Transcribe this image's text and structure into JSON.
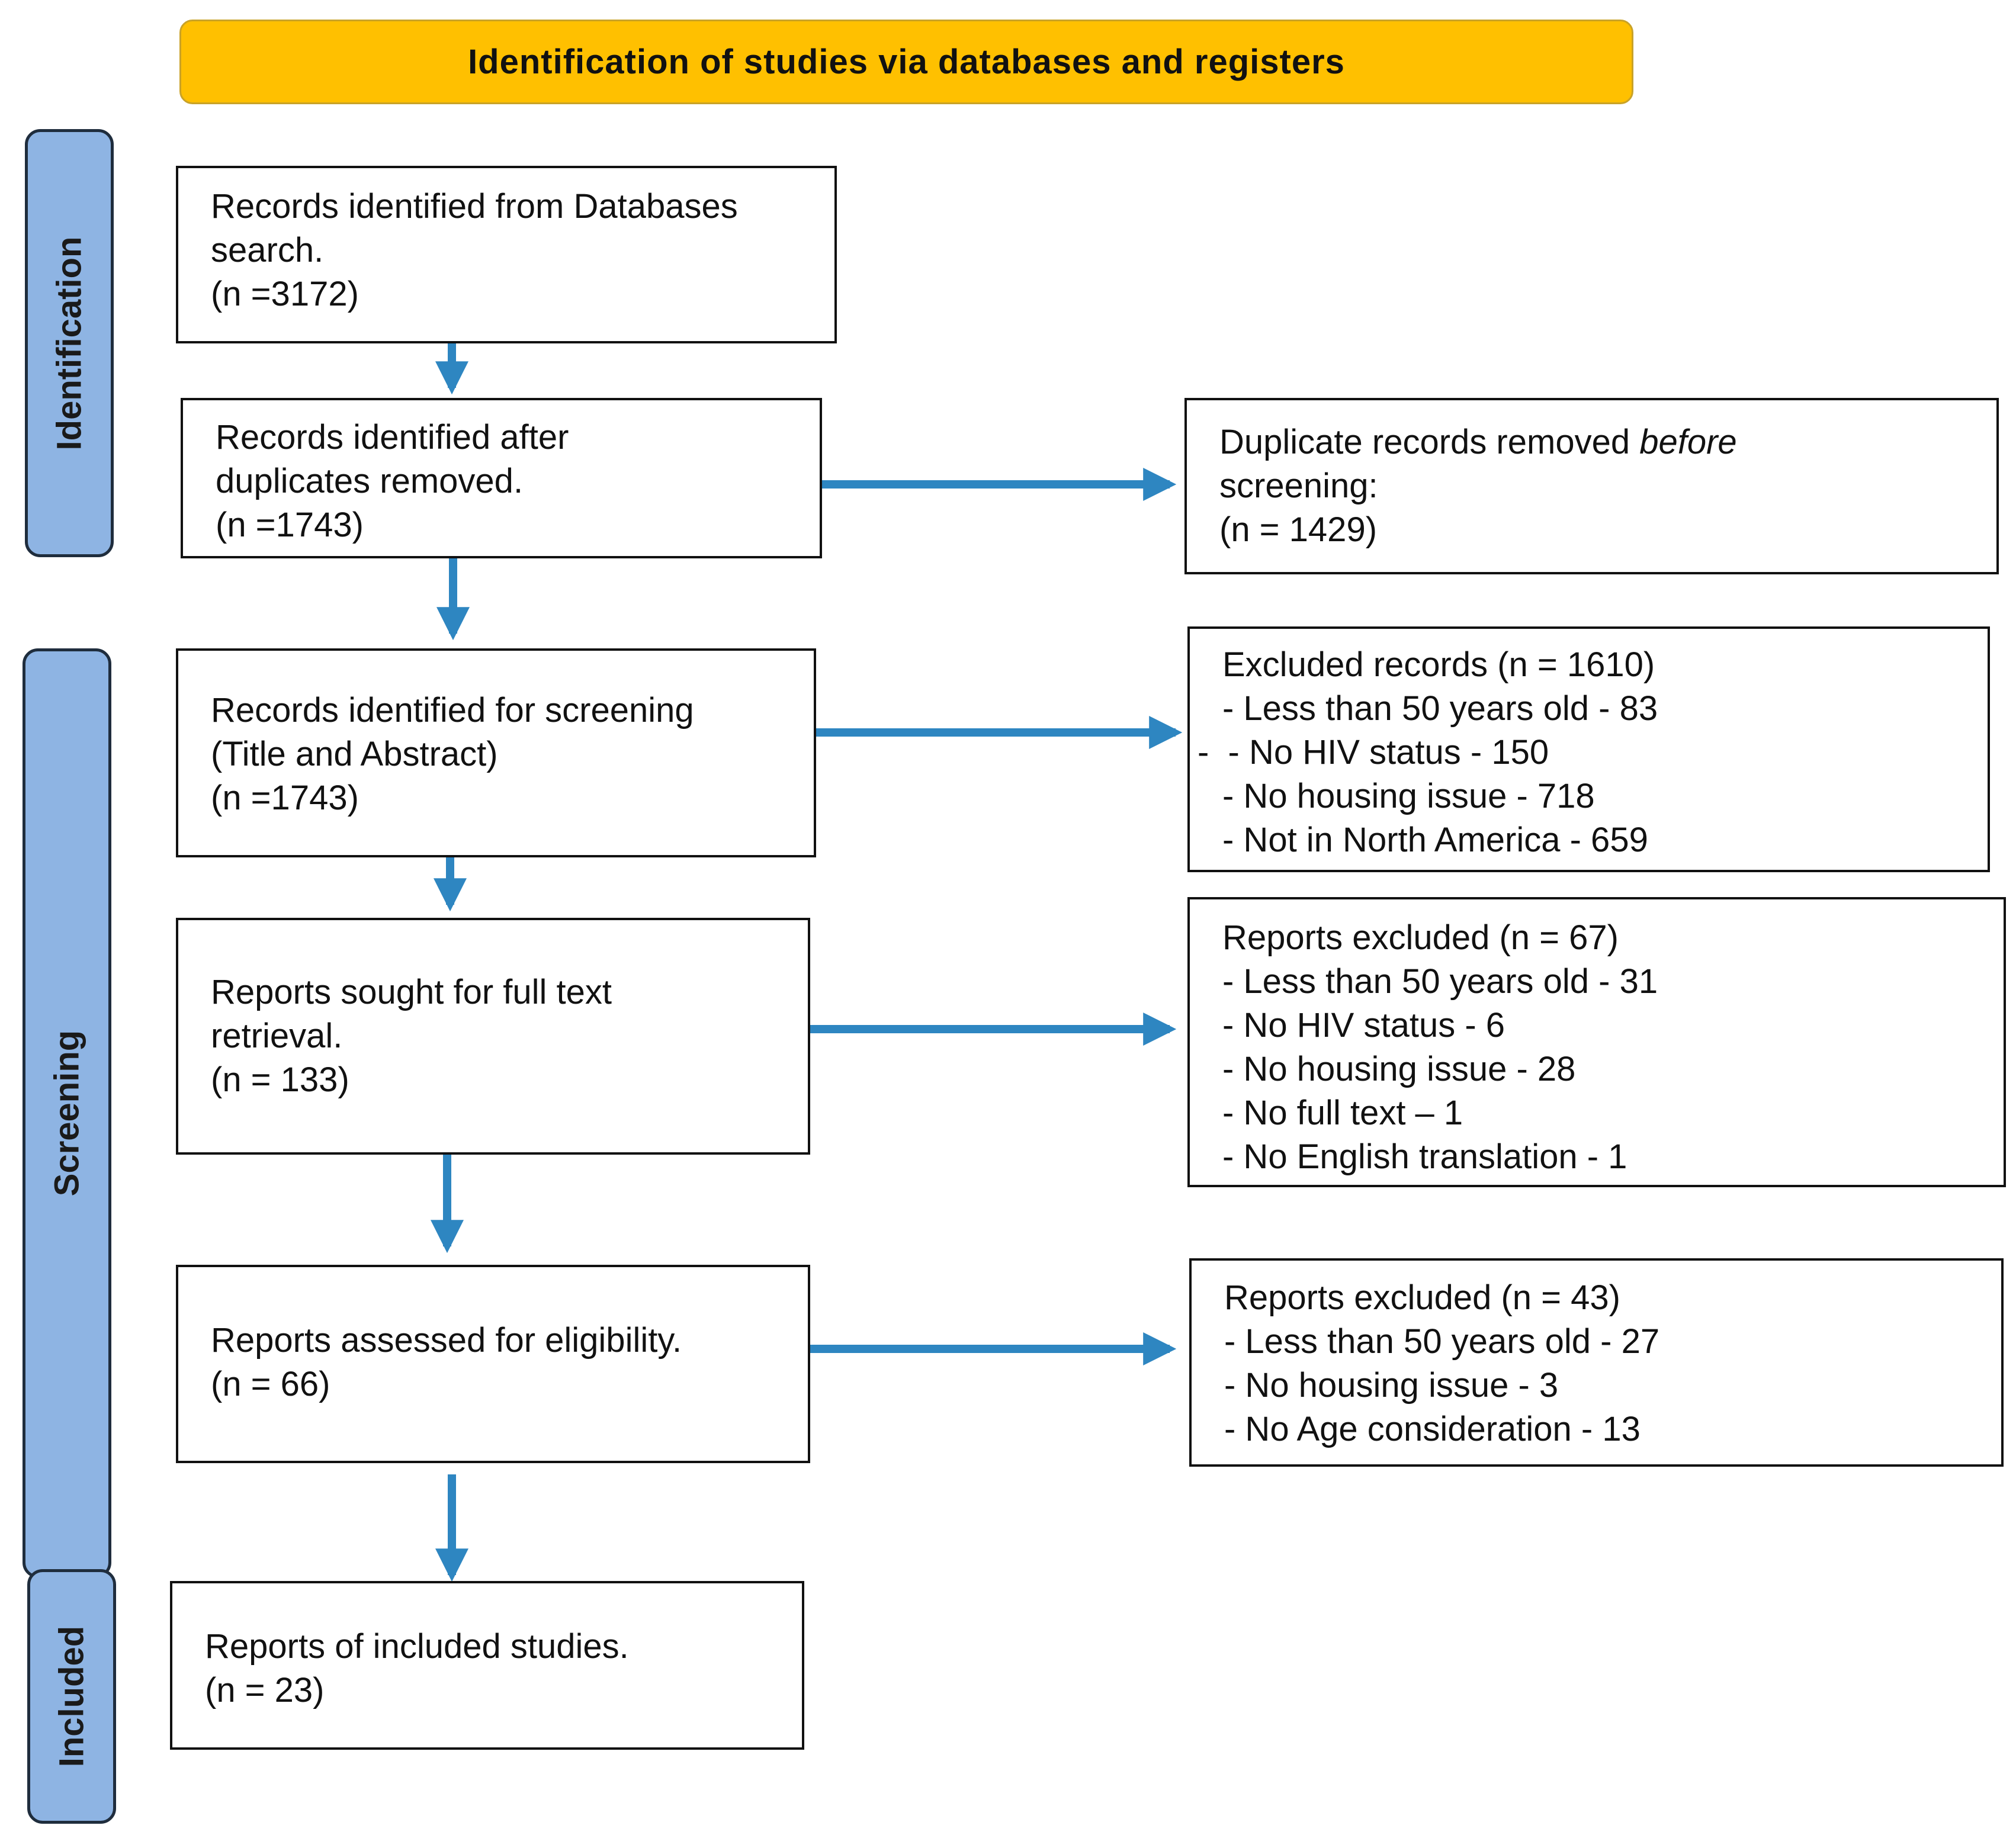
{
  "header": {
    "title": "Identification of studies via databases and registers"
  },
  "stages": {
    "identification": "Identification",
    "screening": "Screening",
    "included": "Included"
  },
  "boxes": {
    "db_search": {
      "line1": "Records identified from Databases",
      "line2": "search.",
      "count": "(n =3172)"
    },
    "after_duplicates": {
      "line1": "Records identified after",
      "line2": "duplicates removed.",
      "count": "(n =1743)"
    },
    "duplicates_removed": {
      "line1_prefix": "Duplicate records removed ",
      "line1_emph": "before",
      "line2": "screening:",
      "count": "(n = 1429)"
    },
    "for_screening": {
      "line1": "Records identified for screening",
      "line2": "(Title and Abstract)",
      "count": "(n =1743)"
    },
    "excluded_records": {
      "heading": "Excluded records (n = 1610)",
      "items": [
        "- Less than 50 years old - 83",
        "-  - No HIV status - 150",
        "- No housing issue - 718",
        "- Not in North America - 659"
      ]
    },
    "sought_full_text": {
      "line1": "Reports sought for full text",
      "line2": "retrieval.",
      "count": "(n = 133)"
    },
    "reports_excluded_1": {
      "heading": "Reports excluded (n = 67)",
      "items": [
        "- Less than 50 years old - 31",
        "- No HIV status - 6",
        "- No housing issue - 28",
        "- No full text – 1",
        "- No English translation - 1"
      ]
    },
    "assessed_eligibility": {
      "line1": "Reports assessed for eligibility.",
      "count": "(n = 66)"
    },
    "reports_excluded_2": {
      "heading": "Reports excluded (n = 43)",
      "items": [
        "- Less than 50 years old - 27",
        "- No housing issue - 3",
        "- No Age consideration - 13"
      ]
    },
    "included_studies": {
      "line1": "Reports of included studies.",
      "count": "(n = 23)"
    }
  },
  "colors": {
    "header_fill": "#FFC000",
    "stage_fill": "#8EB4E3",
    "arrow": "#2E86C1"
  }
}
